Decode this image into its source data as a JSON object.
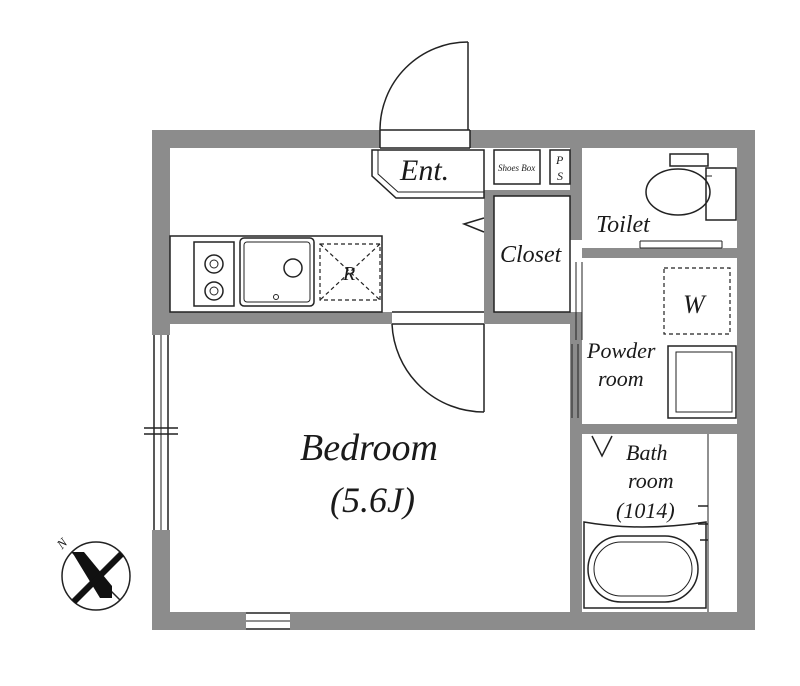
{
  "rooms": {
    "entrance": "Ent.",
    "shoes_box": "Shoes Box",
    "ps_top": "P",
    "ps_bottom": "S",
    "toilet": "Toilet",
    "closet": "Closet",
    "refrigerator": "R",
    "washer": "W",
    "powder_line1": "Powder",
    "powder_line2": "room",
    "bath_line1": "Bath",
    "bath_line2": "room",
    "bath_line3": "(1014)",
    "bedroom": "Bedroom",
    "bedroom_size": "(5.6J)"
  },
  "compass": {
    "north_label": "N"
  },
  "colors": {
    "wall": "#8c8c8c",
    "line": "#222222",
    "background": "#ffffff"
  }
}
